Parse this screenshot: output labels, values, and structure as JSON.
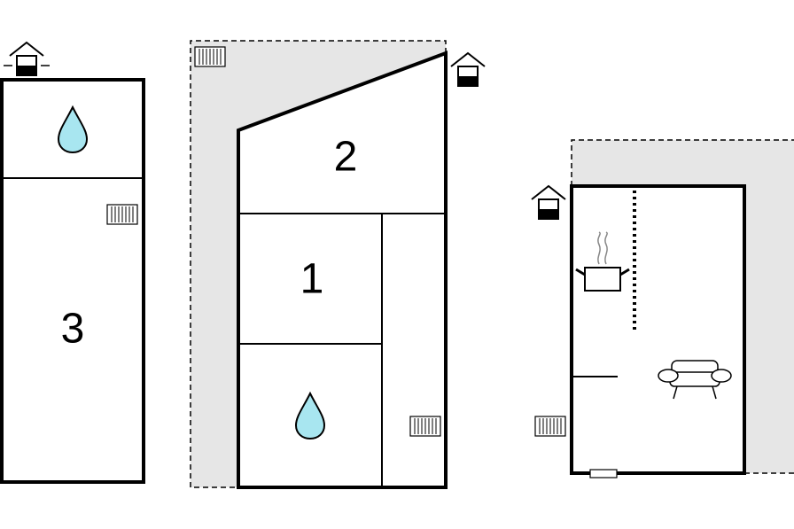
{
  "rooms": [
    {
      "number": "3",
      "features": [
        "bathroom",
        "radiator"
      ]
    },
    {
      "number": "2"
    },
    {
      "number": "1"
    },
    {
      "number": "",
      "features": [
        "bathroom",
        "radiator"
      ]
    }
  ],
  "building_3": {
    "label": "3"
  },
  "building_2": {
    "label_top": "2",
    "label_mid": "1"
  },
  "colors": {
    "wall": "#000000",
    "terrace": "#e6e6e6",
    "water": "#a8e6f0",
    "radiator_fill": "#ffffff"
  },
  "icons": [
    "entrance-icon",
    "water-drop-icon",
    "radiator-icon",
    "cooking-pot-icon",
    "sofa-icon",
    "window-icon"
  ]
}
